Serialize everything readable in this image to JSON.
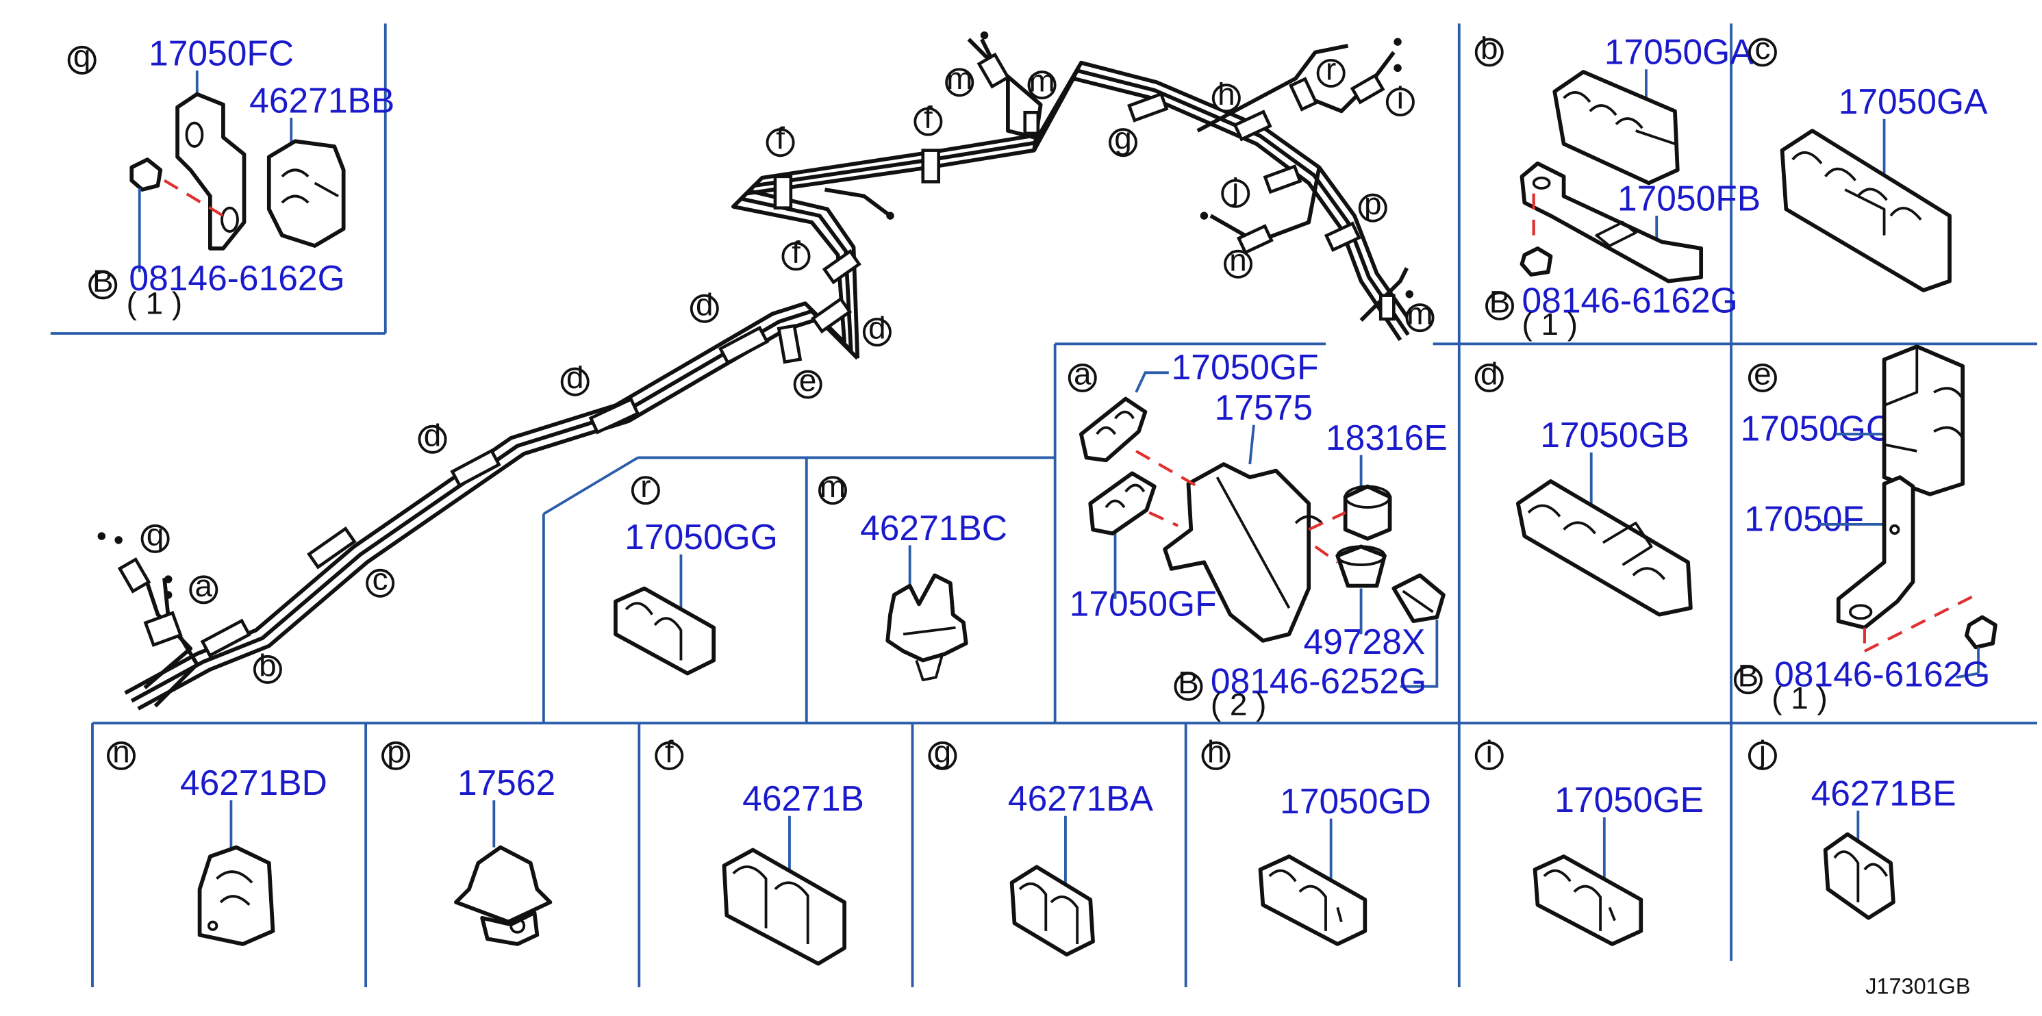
{
  "diagram_code": "J17301GB",
  "panels": {
    "q": {
      "letter": "q",
      "parts": [
        "17050FC",
        "46271BB"
      ],
      "bolt": {
        "prefix": "B",
        "pn": "08146-6162G",
        "qty": "( 1 )"
      }
    },
    "b": {
      "letter": "b",
      "parts": [
        "17050GA",
        "17050FB"
      ],
      "bolt": {
        "prefix": "B",
        "pn": "08146-6162G",
        "qty": "( 1 )"
      }
    },
    "c": {
      "letter": "c",
      "parts": [
        "17050GA"
      ]
    },
    "a": {
      "letter": "a",
      "parts": [
        "17050GF",
        "17575",
        "18316E",
        "17050GF",
        "49728X"
      ],
      "bolt": {
        "prefix": "B",
        "pn": "08146-6252G",
        "qty": "( 2 )"
      }
    },
    "d": {
      "letter": "d",
      "parts": [
        "17050GB"
      ]
    },
    "e": {
      "letter": "e",
      "parts": [
        "17050GC",
        "17050F"
      ],
      "bolt": {
        "prefix": "B",
        "pn": "08146-6162G",
        "qty": "( 1 )"
      }
    },
    "r": {
      "letter": "r",
      "parts": [
        "17050GG"
      ]
    },
    "m": {
      "letter": "m",
      "parts": [
        "46271BC"
      ]
    },
    "n": {
      "letter": "n",
      "parts": [
        "46271BD"
      ]
    },
    "p": {
      "letter": "p",
      "parts": [
        "17562"
      ]
    },
    "f": {
      "letter": "f",
      "parts": [
        "46271B"
      ]
    },
    "g": {
      "letter": "g",
      "parts": [
        "46271BA"
      ]
    },
    "h": {
      "letter": "h",
      "parts": [
        "17050GD"
      ]
    },
    "i": {
      "letter": "i",
      "parts": [
        "17050GE"
      ]
    },
    "j": {
      "letter": "j",
      "parts": [
        "46271BE"
      ]
    }
  },
  "main_callouts": [
    "m",
    "m",
    "f",
    "f",
    "f",
    "d",
    "d",
    "d",
    "d",
    "e",
    "g",
    "h",
    "r",
    "i",
    "j",
    "n",
    "p",
    "m",
    "q",
    "a",
    "c",
    "b"
  ]
}
